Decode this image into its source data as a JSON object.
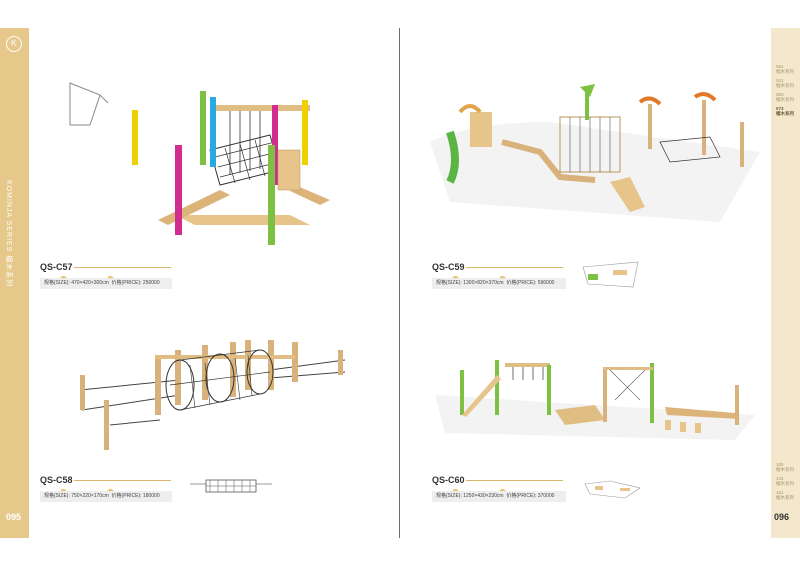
{
  "left_page": {
    "page_number": "095",
    "series_label": "KOMINJA SERIES 榴木系列",
    "logo": "K"
  },
  "right_page": {
    "page_number": "096"
  },
  "index": [
    {
      "num": "061",
      "label": "榴木系列"
    },
    {
      "num": "041",
      "label": "榴木系列"
    },
    {
      "num": "063",
      "label": "榴木系列"
    },
    {
      "num": "073",
      "label": "榴木系列"
    },
    {
      "num": "105",
      "label": "榴木系列"
    },
    {
      "num": "143",
      "label": "榴木系列"
    },
    {
      "num": "161",
      "label": "榴木系列"
    }
  ],
  "products": [
    {
      "code": "QS-C57",
      "spec": "规格(SIZE): 470×420×300cm",
      "price": "价格(PRICE): 250000"
    },
    {
      "code": "QS-C58",
      "spec": "规格(SIZE): 750×220×170cm",
      "price": "价格(PRICE): 180000"
    },
    {
      "code": "QS-C59",
      "spec": "规格(SIZE): 1300×820×370cm",
      "price": "价格(PRICE): 596000"
    },
    {
      "code": "QS-C60",
      "spec": "规格(SIZE): 1250×430×230cm",
      "price": "价格(PRICE): 370000"
    }
  ],
  "colors": {
    "left_bar": "#e6c98a",
    "right_bar": "#f3e7cc",
    "accent": "#d9b66a"
  }
}
